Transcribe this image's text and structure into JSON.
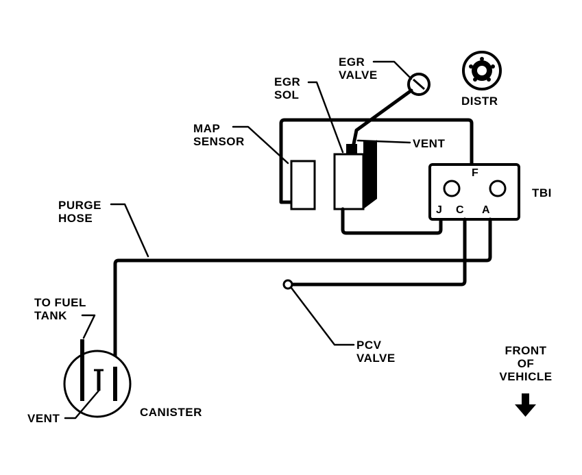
{
  "labels": {
    "egr_valve_1": "EGR",
    "egr_valve_2": "VALVE",
    "egr_sol_1": "EGR",
    "egr_sol_2": "SOL",
    "distr": "DISTR",
    "map_sensor_1": "MAP",
    "map_sensor_2": "SENSOR",
    "vent_top": "VENT",
    "tbi": "TBI",
    "port_f": "F",
    "port_j": "J",
    "port_c": "C",
    "port_a": "A",
    "purge_hose_1": "PURGE",
    "purge_hose_2": "HOSE",
    "to_fuel_tank_1": "TO FUEL",
    "to_fuel_tank_2": "TANK",
    "pcv_valve_1": "PCV",
    "pcv_valve_2": "VALVE",
    "front_1": "FRONT",
    "front_2": "OF",
    "front_3": "VEHICLE",
    "vent_bottom": "VENT",
    "canister": "CANISTER"
  }
}
